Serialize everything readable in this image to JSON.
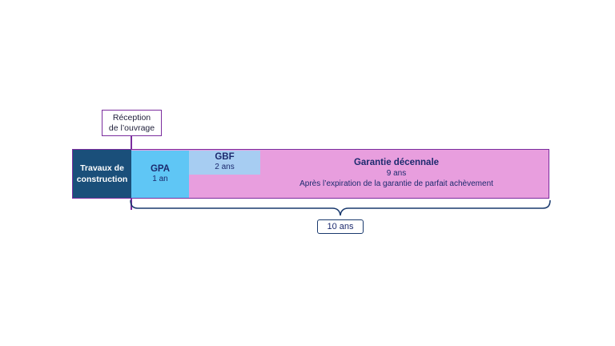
{
  "reception": {
    "line1": "Réception",
    "line2": "de l’ouvrage"
  },
  "construction": {
    "line1": "Travaux de",
    "line2": "construction"
  },
  "segments": {
    "gpa": {
      "title": "GPA",
      "duration": "1 an"
    },
    "gbf": {
      "title": "GBF",
      "duration": "2 ans"
    },
    "decennale": {
      "title": "Garantie décennale",
      "duration": "9 ans",
      "note": "Après l’expiration de la garantie de parfait achèvement"
    }
  },
  "total": {
    "label": "10 ans"
  },
  "colors": {
    "construction": "#1a4f7a",
    "gpa": "#5fc6f5",
    "gbf": "#a7cdf2",
    "decennale": "#e89ede",
    "outline": "#7b2d9e",
    "text": "#1c2a6e"
  }
}
